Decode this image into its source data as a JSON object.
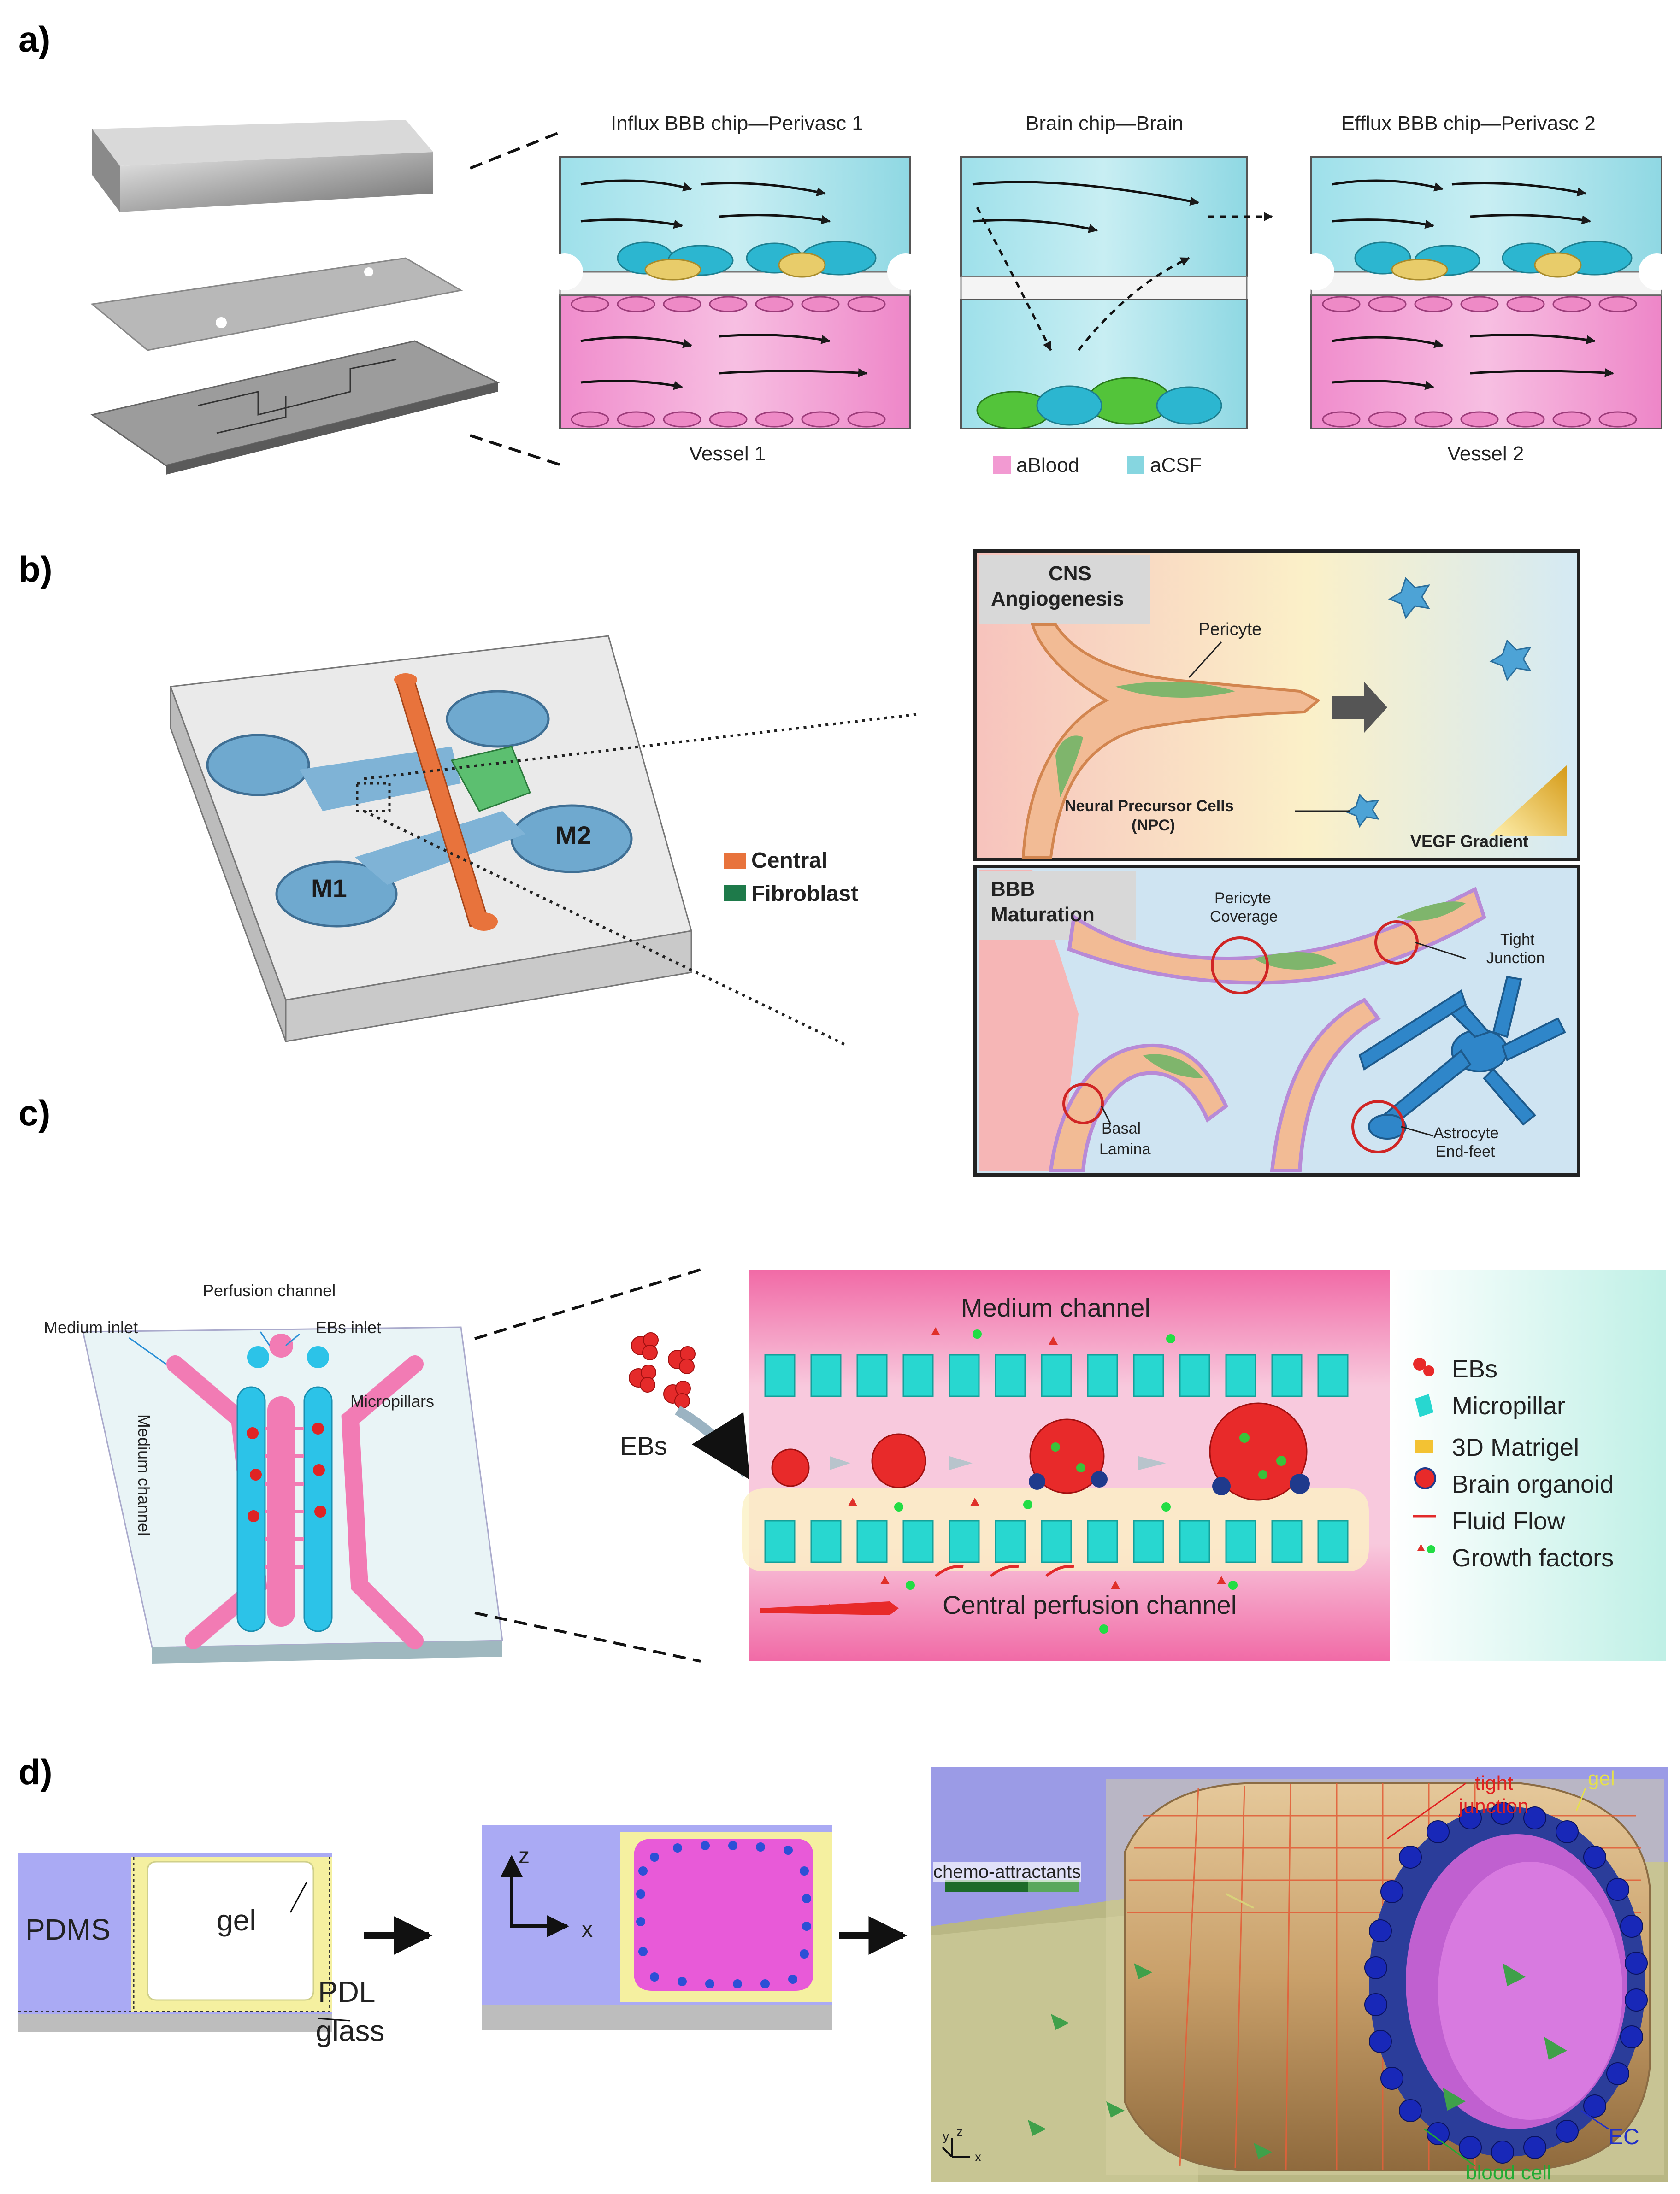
{
  "panel_a": {
    "letter": "a)",
    "titles": [
      "Influx BBB chip—Perivasc 1",
      "Brain chip—Brain",
      "Efflux BBB chip—Perivasc 2"
    ],
    "vessel1": "Vessel 1",
    "vessel2": "Vessel 2",
    "legend": [
      "aBlood",
      "aCSF"
    ],
    "colors": {
      "blood": "#f29ad2",
      "csf": "#86d6e0"
    }
  },
  "panel_b": {
    "letter": "b)",
    "chip_labels": [
      "M1",
      "M2"
    ],
    "legend": [
      "Central",
      "Fibroblast"
    ],
    "colors": {
      "central": "#e8733c",
      "fibroblast": "#1e7a4a"
    },
    "top_box": {
      "title_line1": "CNS",
      "title_line2": "Angiogenesis",
      "pericyte": "Pericyte",
      "npc_line1": "Neural Precursor Cells",
      "npc_line2": "(NPC)",
      "vegf": "VEGF Gradient"
    },
    "bottom_box": {
      "title_line1": "BBB",
      "title_line2": "Maturation",
      "coverage_line1": "Pericyte",
      "coverage_line2": "Coverage",
      "tight_line1": "Tight",
      "tight_line2": "Junction",
      "basal_line1": "Basal",
      "basal_line2": "Lamina",
      "astro_line1": "Astrocyte",
      "astro_line2": "End-feet"
    }
  },
  "panel_c": {
    "letter": "c)",
    "chip_labels": [
      "Perfusion channel",
      "Medium inlet",
      "EBs inlet",
      "Medium channel",
      "Micropillars"
    ],
    "medium_channel": "Medium channel",
    "ebs": "EBs",
    "central_channel": "Central perfusion channel",
    "legend": [
      "EBs",
      "Micropillar",
      "3D Matrigel",
      "Brain organoid",
      "Fluid Flow",
      "Growth factors"
    ]
  },
  "panel_d": {
    "letter": "d)",
    "pdms": "PDMS",
    "gel": "gel",
    "pdl": "PDL",
    "glass": "glass",
    "axis_z": "z",
    "axis_x": "x",
    "chemo": "chemo-attractants",
    "tight_line1": "tight",
    "tight_line2": "junction",
    "gel3d": "gel",
    "ec": "EC",
    "blood_cell": "blood cell",
    "axes_small": [
      "y",
      "z",
      "x"
    ]
  }
}
